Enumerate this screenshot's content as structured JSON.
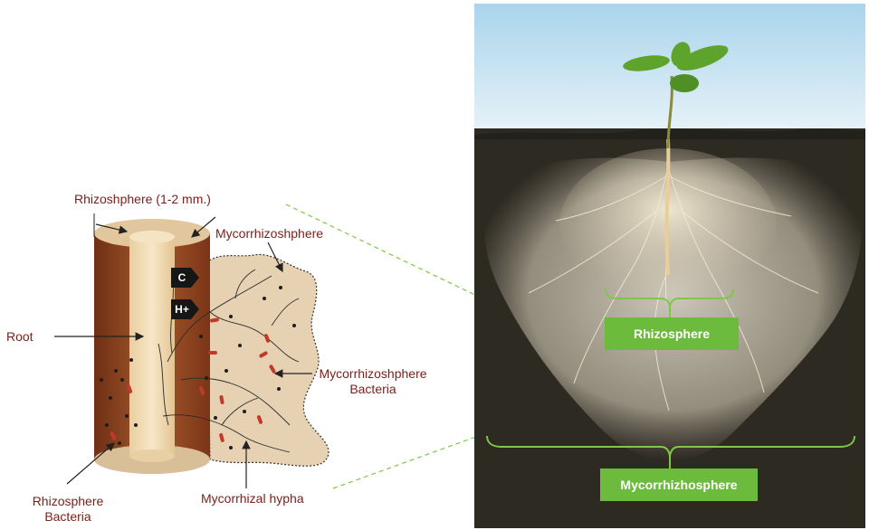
{
  "colors": {
    "label": "#7a1f1a",
    "green_box": "#6cbb3c",
    "root_bark": "#9a4a22",
    "root_core": "#f2dcb6",
    "soil": "#2e2a22",
    "sky": "#b9dcee"
  },
  "diagram": {
    "labels": {
      "rhizosphere_width": "Rhizoshphere (1-2 mm.)",
      "mycorrhizosphere": "Mycorrhizoshphere",
      "root": "Root",
      "myco_bacteria_line1": "Mycorrhizoshphere",
      "myco_bacteria_line2": "Bacteria",
      "rhizo_bacteria_line1": "Rhizosphere",
      "rhizo_bacteria_line2": "Bacteria",
      "hypha": "Mycorrhizal hypha"
    },
    "arrow_tags": {
      "carbon": "C",
      "proton": "H+"
    }
  },
  "photo": {
    "rhizosphere_box": "Rhizosphere",
    "mycorrhizosphere_box": "Mycorrhizhosphere"
  }
}
